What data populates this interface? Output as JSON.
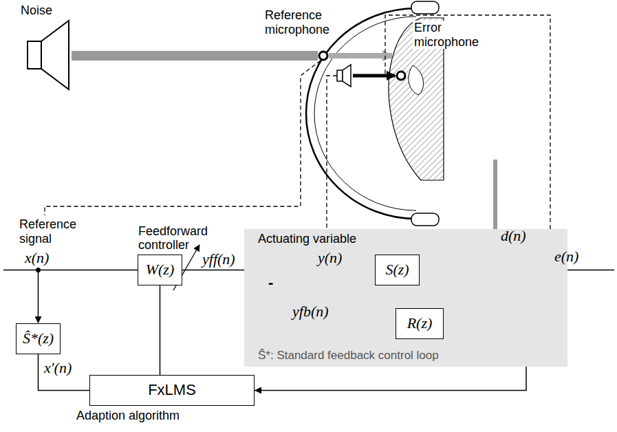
{
  "diagram": {
    "nodes": [
      {
        "text": [
          "Feedforward controller",
          "W(z)"
        ]
      },
      {
        "text": [
          "Ŝ*: Standard feedback control loop"
        ]
      },
      {
        "text": [
          "S(z)"
        ],
        "in": 1
      },
      {
        "text": [
          "R(z)"
        ],
        "in": 1
      },
      {
        "text": [
          "Ŝ*(z)"
        ]
      },
      {
        "text": [
          "FxLMS",
          "Adaption algorithm"
        ]
      }
    ],
    "edges": [
      {
        "from": 0,
        "to": 2,
        "arrow": "none"
      },
      {
        "from": 2,
        "to": 3,
        "arrow": "none"
      },
      {
        "from": 3,
        "to": 2,
        "arrow": "to"
      },
      {
        "from": 4,
        "to": 5,
        "arrow": "none"
      },
      {
        "from": 5,
        "to": 0,
        "arrow": "none"
      },
      {
        "from": 2,
        "to": 5,
        "arrow": "to"
      }
    ],
    "labels": [
      "Noise",
      "Reference microphone",
      "Error microphone",
      "Reference signal",
      "x(n)",
      "yff(n)",
      "Actuating variable",
      "y(n)",
      "-",
      "d(n)",
      "yfb(n)",
      "e(n)",
      "x′(n)"
    ]
  }
}
